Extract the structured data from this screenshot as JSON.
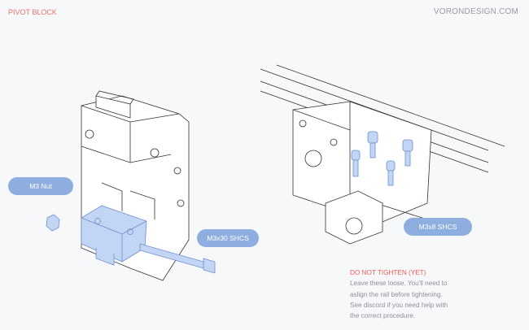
{
  "header": {
    "title": "PIVOT BLOCK",
    "site": "VORONDESIGN.COM"
  },
  "callouts": {
    "nut": "M3 Nut",
    "shcs30": "M3x30 SHCS",
    "shcs8": "M3x8 SHCS"
  },
  "note": {
    "warning": "DO NOT TIGHTEN (YET)",
    "lines": [
      "Leave these loose. You'll need to",
      "aslign the rail before tightening.",
      "See discord if you need help with",
      "the correct procedure."
    ]
  },
  "colors": {
    "accent_red": "#f05a50",
    "callout_blue": "#8eaee0",
    "part_blue": "#c3d5f5"
  }
}
